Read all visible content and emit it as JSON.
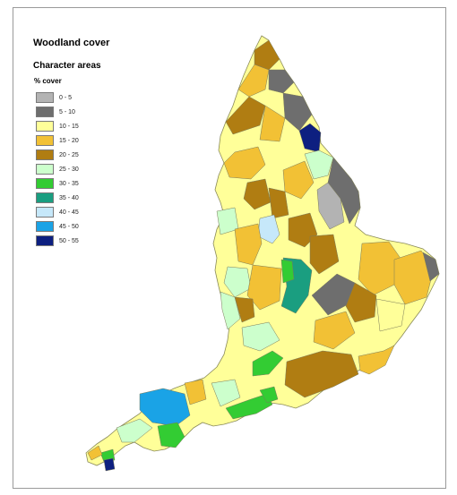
{
  "map": {
    "title": "Woodland cover",
    "subtitle": "Character areas",
    "unit_label": "% cover",
    "legend": [
      {
        "label": "0 - 5",
        "color": "#b3b3b3"
      },
      {
        "label": "5 - 10",
        "color": "#6e6e6e"
      },
      {
        "label": "10 - 15",
        "color": "#ffff99"
      },
      {
        "label": "15 - 20",
        "color": "#f2c135"
      },
      {
        "label": "20 - 25",
        "color": "#b07d12"
      },
      {
        "label": "25 - 30",
        "color": "#ccffcc"
      },
      {
        "label": "30 - 35",
        "color": "#33cc33"
      },
      {
        "label": "35 - 40",
        "color": "#1a9e80"
      },
      {
        "label": "40 - 45",
        "color": "#c6e8fa"
      },
      {
        "label": "45 - 50",
        "color": "#1aa3e6"
      },
      {
        "label": "50 - 55",
        "color": "#0d1f80"
      }
    ]
  }
}
